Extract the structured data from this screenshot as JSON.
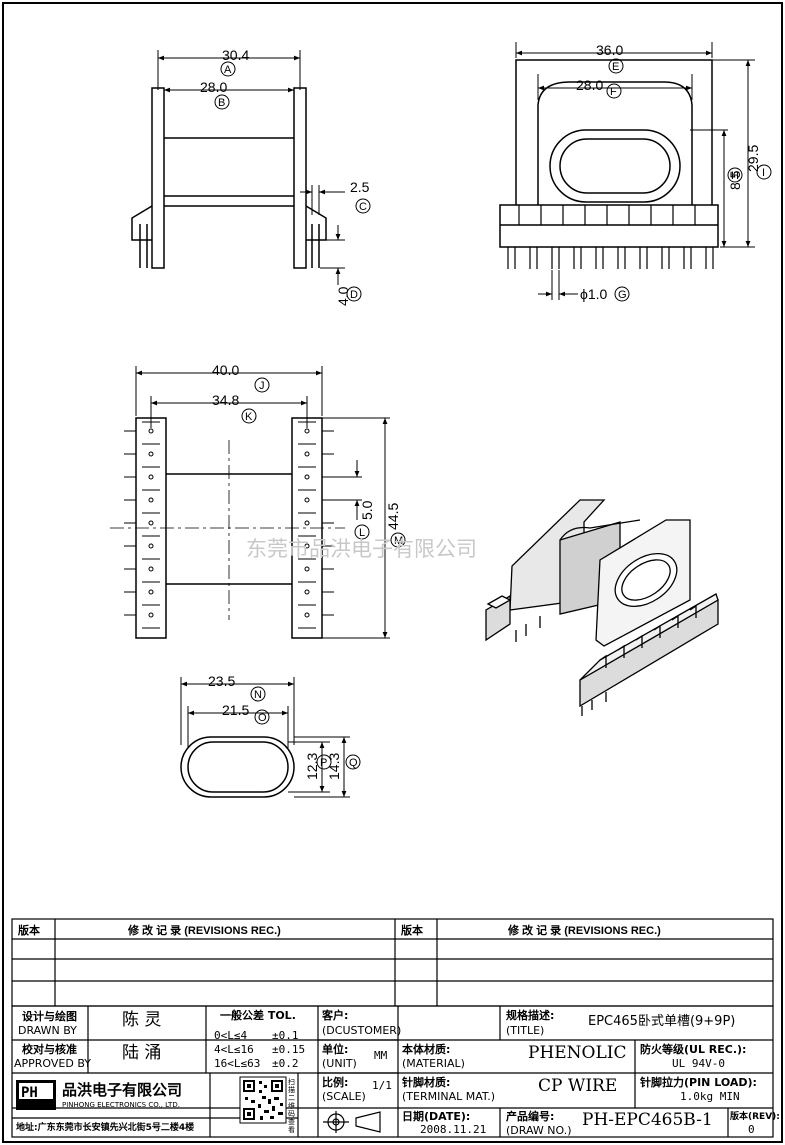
{
  "dimensions": {
    "A": {
      "value": "30.4",
      "letter": "A"
    },
    "B": {
      "value": "28.0",
      "letter": "B"
    },
    "C": {
      "value": "2.5",
      "letter": "C"
    },
    "D": {
      "value": "4.0",
      "letter": "D"
    },
    "E": {
      "value": "36.0",
      "letter": "E"
    },
    "F": {
      "value": "28.0",
      "letter": "F"
    },
    "H": {
      "value": "8.5",
      "letter": "H"
    },
    "I": {
      "value": "29.5",
      "letter": "I"
    },
    "G": {
      "value": "ϕ1.0",
      "letter": "G"
    },
    "J": {
      "value": "40.0",
      "letter": "J"
    },
    "K": {
      "value": "34.8",
      "letter": "K"
    },
    "L": {
      "value": "5.0",
      "letter": "L"
    },
    "M": {
      "value": "44.5",
      "letter": "M"
    },
    "N": {
      "value": "23.5",
      "letter": "N"
    },
    "O": {
      "value": "21.5",
      "letter": "O"
    },
    "P": {
      "value": "12.3",
      "letter": "P"
    },
    "Q": {
      "value": "14.3",
      "letter": "Q"
    }
  },
  "watermark": "东莞市品洪电子有限公司",
  "revisions": {
    "col_version": "版本",
    "col_record": "修 改 记 录 (REVISIONS REC.)"
  },
  "title_block": {
    "design_cn": "设计与绘图",
    "design_en": "DRAWN BY",
    "design_name": "陈 灵",
    "check_cn": "校对与核准",
    "check_en": "APPROVED BY",
    "check_name": "陆 涌",
    "tol_title": "一般公差 TOL.",
    "tol_rows": [
      {
        "range": "0<L≤4",
        "val": "±0.1"
      },
      {
        "range": "4<L≤16",
        "val": "±0.15"
      },
      {
        "range": "16<L≤63",
        "val": "±0.2"
      }
    ],
    "customer_cn": "客户:",
    "customer_en": "(DCUSTOMER)",
    "unit_cn": "单位:",
    "unit_en": "(UNIT)",
    "unit_val": "MM",
    "material_cn": "本体材质:",
    "material_en": "(MATERIAL)",
    "material_val": "PHENOLIC",
    "title_cn": "规格描述:",
    "title_en": "(TITLE)",
    "title_val": "EPC465卧式单槽(9+9P)",
    "fire_cn": "防火等级(UL REC.):",
    "fire_val": "UL 94V-0",
    "scale_cn": "比例:",
    "scale_en": "(SCALE)",
    "scale_val": "1/1",
    "terminal_cn": "针脚材质:",
    "terminal_en": "(TERMINAL MAT.)",
    "terminal_val": "CP WIRE",
    "load_cn": "针脚拉力(PIN LOAD):",
    "load_val": "1.0kg MIN",
    "date_cn": "日期(DATE):",
    "date_val": "2008.11.21",
    "drawno_cn": "产品编号:",
    "drawno_en": "(DRAW NO.)",
    "drawno_val": "PH-EPC465B-1",
    "rev_cn": "版本(REV):",
    "rev_val": "0",
    "company_cn": "品洪电子有限公司",
    "company_en": "PINHONG ELECTRONICS CO., LTD.",
    "logo": "PH",
    "address": "地址:广东东莞市长安镇先兴北街5号二楼4楼",
    "qr_caption": "扫描二维码查看"
  }
}
